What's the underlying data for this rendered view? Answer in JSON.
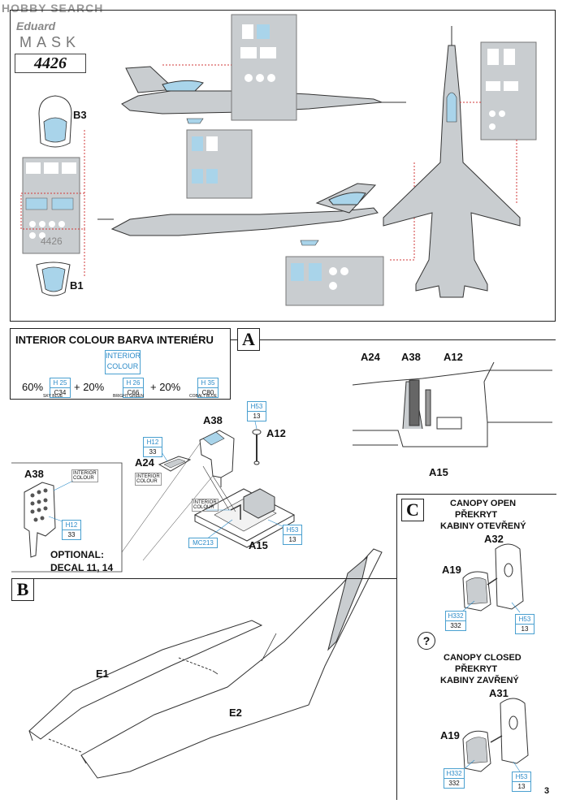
{
  "watermark": "HOBBY SEARCH",
  "brand": {
    "top": "Eduard",
    "bottom": "MASK",
    "number": "4426"
  },
  "mask_number_text": "4426",
  "top_panel": {
    "b3": "B3",
    "b1": "B1"
  },
  "interior": {
    "title": "INTERIOR COLOUR  BARVA INTERIÉRU",
    "swatch_label_1": "INTERIOR",
    "swatch_label_2": "COLOUR",
    "p1": "60%",
    "c1_top": "H 25",
    "c1_bot": "C34",
    "c1_name": "SKY BLUE",
    "plus1": "+ 20%",
    "c2_top": "H 26",
    "c2_bot": "C66",
    "c2_name": "BRIGHT GREEN",
    "plus2": "+ 20%",
    "c3_top": "H 35",
    "c3_bot": "C80",
    "c3_name": "COBALT BLUE"
  },
  "section_a": {
    "letter": "A",
    "a24": "A24",
    "a38": "A38",
    "a12": "A12",
    "a15": "A15",
    "h53_top": "H53",
    "h53_bot": "13",
    "h12_top": "H12",
    "h12_bot": "33",
    "interior_small_1": "INTERIOR",
    "interior_small_2": "COLOUR",
    "mc213": "MC213"
  },
  "inset": {
    "a38": "A38",
    "interior_1": "INTERIOR",
    "interior_2": "COLOUR",
    "h12_top": "H12",
    "h12_bot": "33",
    "optional": "OPTIONAL:",
    "decal": "DECAL 11, 14"
  },
  "section_b": {
    "letter": "B",
    "e1": "E1",
    "e2": "E2"
  },
  "section_c": {
    "letter": "C",
    "open_en": "CANOPY OPEN",
    "open_cz1": "PŘEKRYT",
    "open_cz2": "KABINY OTEVŘENÝ",
    "open_part": "A32",
    "a19": "A19",
    "h332_top": "H332",
    "h332_bot": "332",
    "h53_top": "H53",
    "h53_bot": "13",
    "question": "?",
    "closed_en": "CANOPY CLOSED",
    "closed_cz1": "PŘEKRYT",
    "closed_cz2": "KABINY ZAVŘENÝ",
    "closed_part": "A31"
  },
  "page_number": "3",
  "colors": {
    "mask_blue": "#a9d4ea",
    "mask_grey": "#c9cdd0",
    "frame": "#222222",
    "callout_blue": "#2a8ac8",
    "guide_red": "#d23a3a"
  }
}
